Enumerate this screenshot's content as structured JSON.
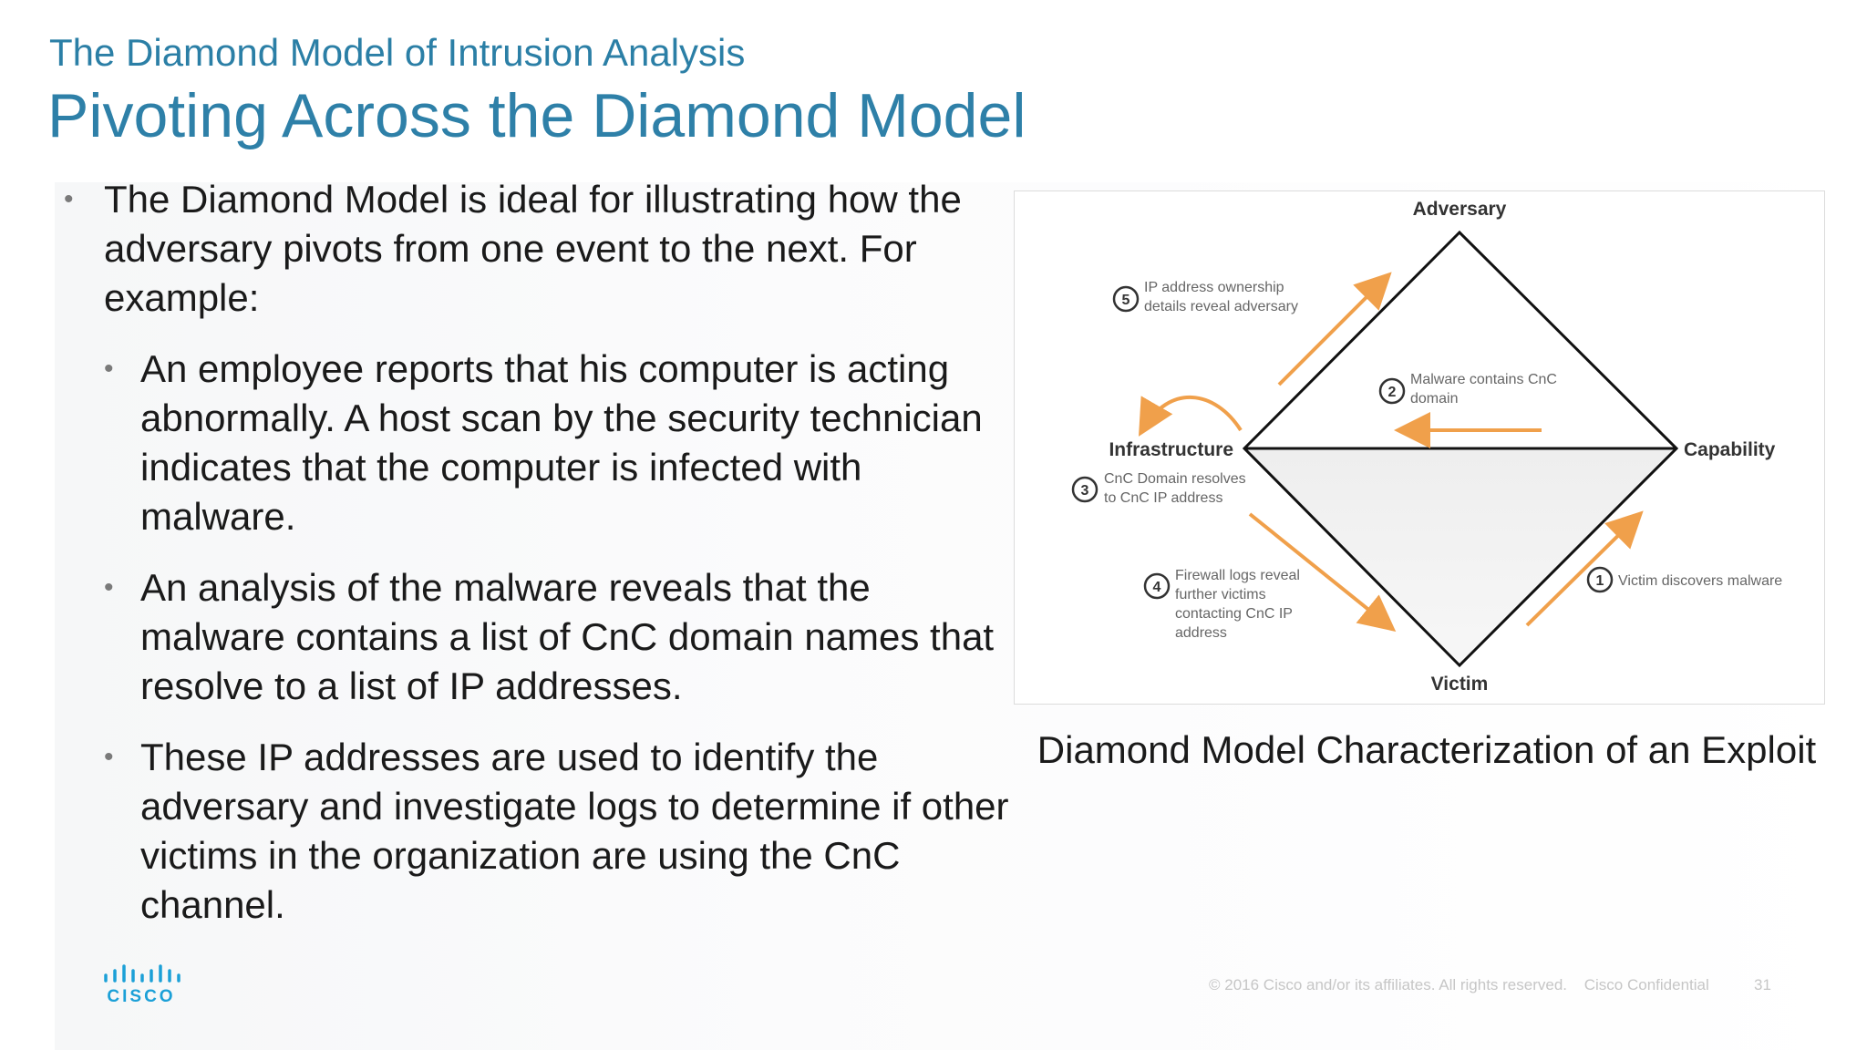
{
  "header": {
    "section_title": "The Diamond Model of Intrusion Analysis",
    "title": "Pivoting Across the Diamond Model"
  },
  "bullets": {
    "intro": "The Diamond Model is ideal for illustrating how the adversary pivots from one event to the next. For example:",
    "items": [
      "An employee reports that his computer is acting abnormally. A host scan by the security technician indicates that the computer is infected with malware.",
      "An analysis of the malware reveals that the malware contains a list of CnC domain names that resolve to a list of IP addresses.",
      "These IP addresses are used to identify the adversary and investigate logs to determine if other victims in the organization are using the CnC channel."
    ]
  },
  "diagram": {
    "nodes": {
      "adversary": "Adversary",
      "infrastructure": "Infrastructure",
      "capability": "Capability",
      "victim": "Victim"
    },
    "steps": [
      {
        "num": "1",
        "lines": [
          "Victim discovers malware"
        ]
      },
      {
        "num": "2",
        "lines": [
          "Malware contains CnC",
          "domain"
        ]
      },
      {
        "num": "3",
        "lines": [
          "CnC Domain resolves",
          "to CnC IP address"
        ]
      },
      {
        "num": "4",
        "lines": [
          "Firewall logs reveal",
          "further victims",
          "contacting CnC IP",
          "address"
        ]
      },
      {
        "num": "5",
        "lines": [
          "IP address ownership",
          "details reveal adversary"
        ]
      }
    ],
    "arrow_color": "#f0a04b"
  },
  "caption": "Diamond Model Characterization of an Exploit",
  "logo_text": "CISCO",
  "footer": {
    "copyright": "© 2016  Cisco and/or its affiliates. All rights reserved.",
    "confidential": "Cisco Confidential",
    "page": "31"
  }
}
